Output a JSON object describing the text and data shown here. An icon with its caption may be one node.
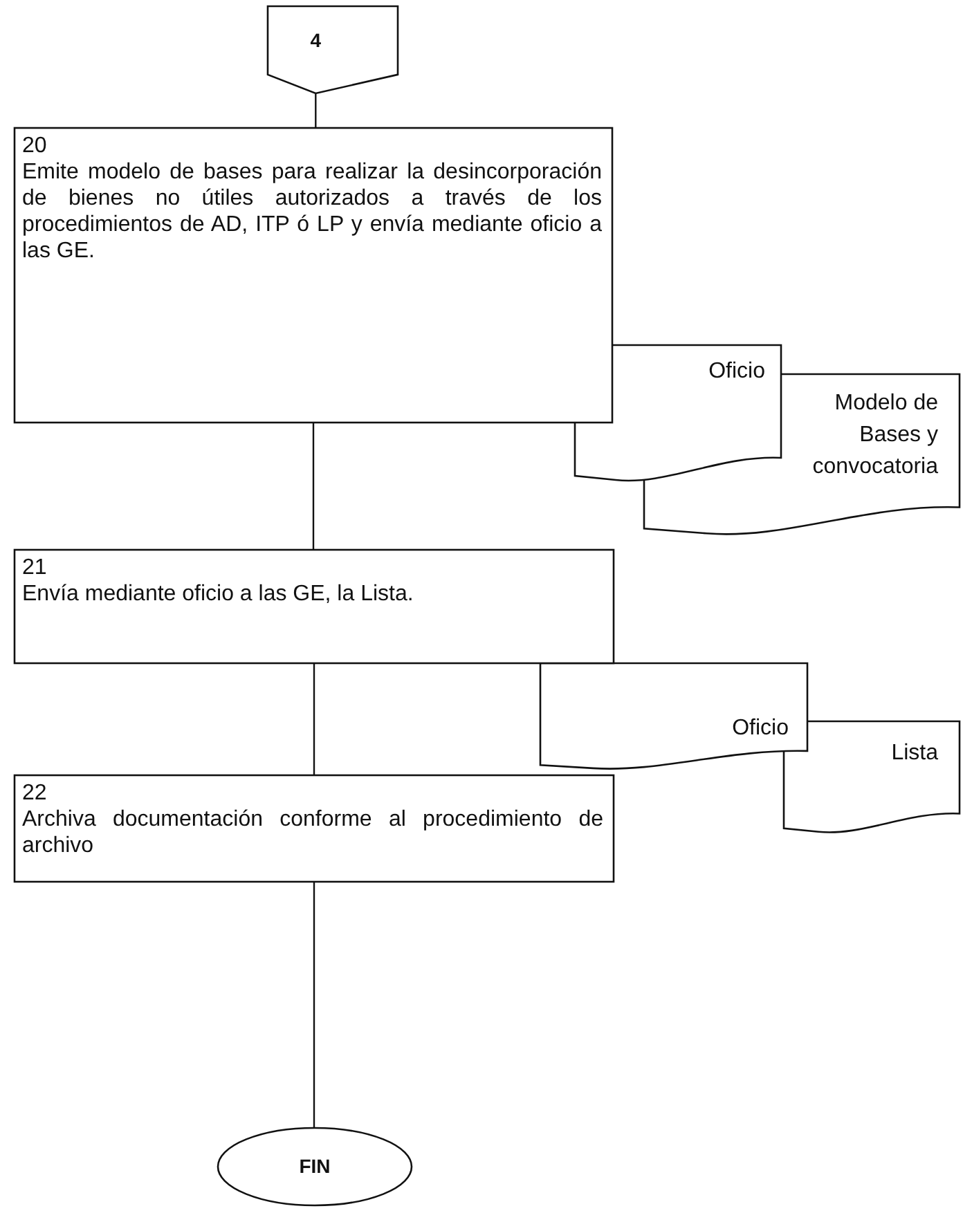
{
  "diagram": {
    "nodes": [
      {
        "text": [
          "4"
        ]
      },
      {
        "text": [
          "20",
          "Emite modelo de bases para realizar la desincorporación de bienes no útiles autorizados a través de los procedimientos de AD, ITP ó LP y envía mediante oficio a las GE."
        ]
      },
      {
        "text": [
          "Oficio"
        ]
      },
      {
        "text": [
          "Modelo de Bases y convocatoria"
        ]
      },
      {
        "text": [
          "21",
          "Envía mediante oficio a las GE, la Lista."
        ]
      },
      {
        "text": [
          "Oficio"
        ]
      },
      {
        "text": [
          "Lista"
        ]
      },
      {
        "text": [
          "22",
          "Archiva documentación conforme al procedimiento de archivo"
        ]
      },
      {
        "text": [
          "FIN"
        ]
      }
    ],
    "edges": [
      {
        "from": 0,
        "to": 1,
        "arrow": "none"
      },
      {
        "from": 1,
        "to": 4,
        "arrow": "none"
      },
      {
        "from": 4,
        "to": 7,
        "arrow": "none"
      },
      {
        "from": 7,
        "to": 8,
        "arrow": "none"
      }
    ]
  }
}
